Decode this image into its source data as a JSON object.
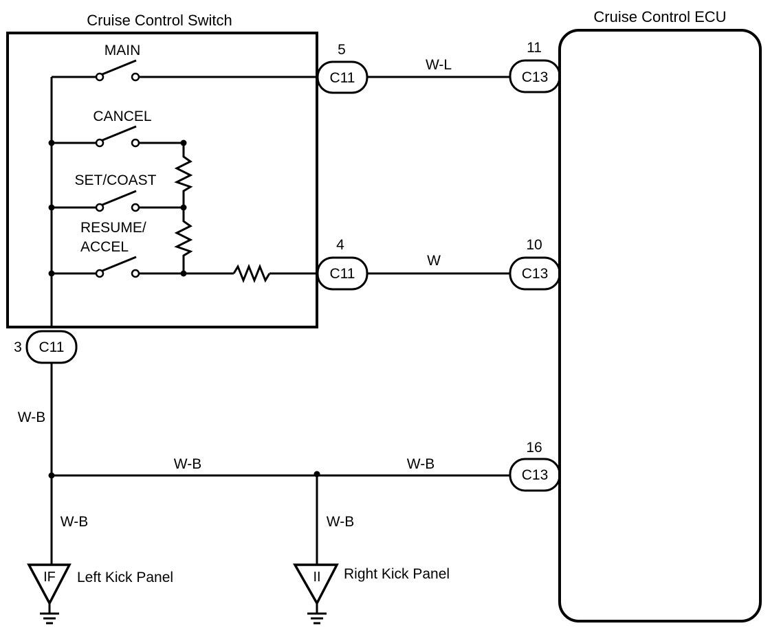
{
  "diagram": {
    "switch_block": {
      "title": "Cruise Control Switch",
      "switches": [
        "MAIN",
        "CANCEL",
        "SET/COAST",
        "RESUME/",
        "ACCEL"
      ],
      "ground_connector": {
        "pin": "3",
        "connector": "C11"
      }
    },
    "ecu_block": {
      "title": "Cruise Control ECU"
    },
    "circuits": [
      {
        "from_pin": "5",
        "from_connector": "C11",
        "wire_color": "W-L",
        "to_pin": "11",
        "to_connector": "C13"
      },
      {
        "from_pin": "4",
        "from_connector": "C11",
        "wire_color": "W",
        "to_pin": "10",
        "to_connector": "C13"
      },
      {
        "wire_color": "W-B",
        "to_pin": "16",
        "to_connector": "C13"
      }
    ],
    "ground_wires": {
      "switch_drop": "W-B",
      "bus_left": "W-B",
      "bus_right": "W-B",
      "left_drop": "W-B",
      "right_drop": "W-B"
    },
    "grounds": [
      {
        "code": "IF",
        "location": "Left Kick Panel"
      },
      {
        "code": "II",
        "location": "Right Kick Panel"
      }
    ]
  }
}
